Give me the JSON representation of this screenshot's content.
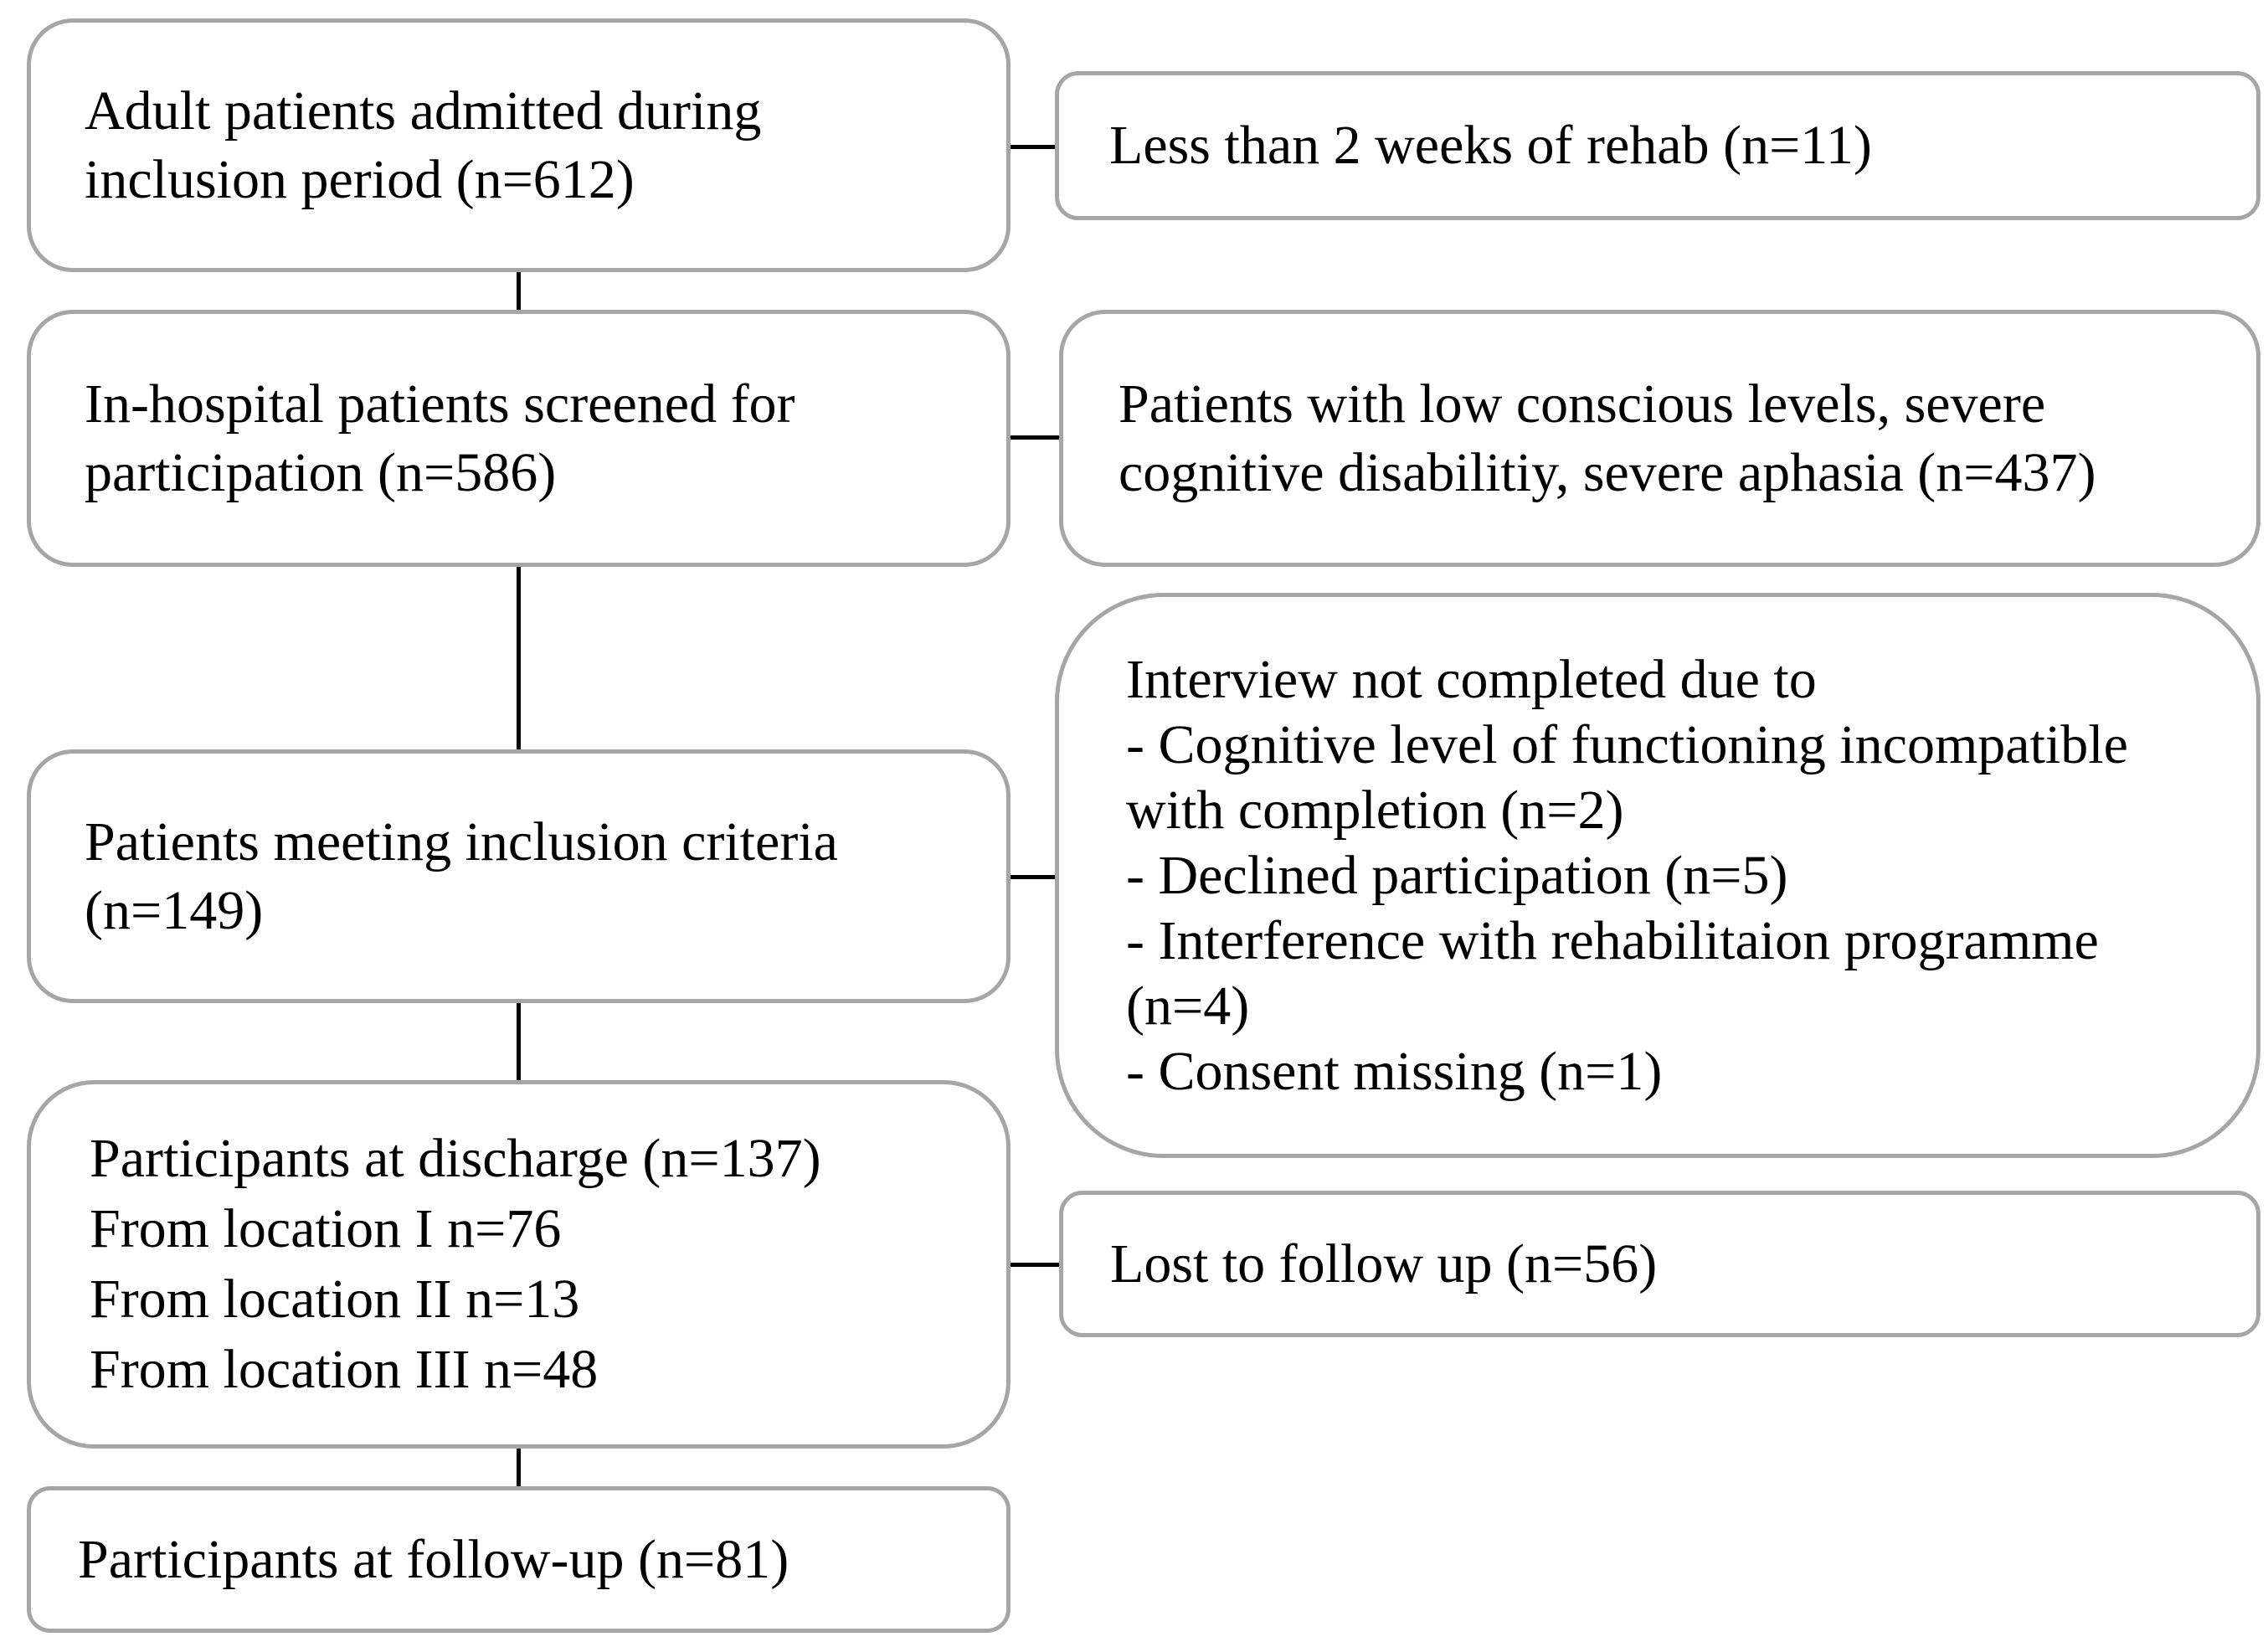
{
  "main_flow": [
    {
      "id": "admitted",
      "lines": [
        "Adult patients admitted during",
        "inclusion  period (n=612)"
      ]
    },
    {
      "id": "screened",
      "lines": [
        "In-hospital patients screened for",
        "participation  (n=586)"
      ]
    },
    {
      "id": "meeting",
      "lines": [
        "Patients meeting inclusion  criteria",
        "(n=149)"
      ]
    },
    {
      "id": "discharge",
      "lines": [
        "Participants at discharge (n=137)",
        "From location I n=76",
        "From location II n=13",
        "From location III n=48"
      ]
    },
    {
      "id": "followup",
      "lines": [
        "Participants at follow-up  (n=81)"
      ]
    }
  ],
  "exclusions": [
    {
      "id": "rehab",
      "lines": [
        "Less than 2 weeks of rehab (n=11)"
      ]
    },
    {
      "id": "conscious",
      "lines": [
        "Patients with low conscious levels, severe",
        "cognitive  disabilitiy,  severe aphasia (n=437)"
      ]
    },
    {
      "id": "interview",
      "lines": [
        "Interview not completed due to",
        "- Cognitive  level of functioning incompatible",
        "with completion    (n=2)",
        "- Declined participation (n=5)",
        "- Interference with rehabilitaion  programme",
        "(n=4)",
        "- Consent missing (n=1)"
      ]
    },
    {
      "id": "lost",
      "lines": [
        "Lost to follow  up (n=56)"
      ]
    }
  ],
  "colors": {
    "box_border": "#a6a6a6",
    "connector": "#000000",
    "text": "#000000"
  }
}
